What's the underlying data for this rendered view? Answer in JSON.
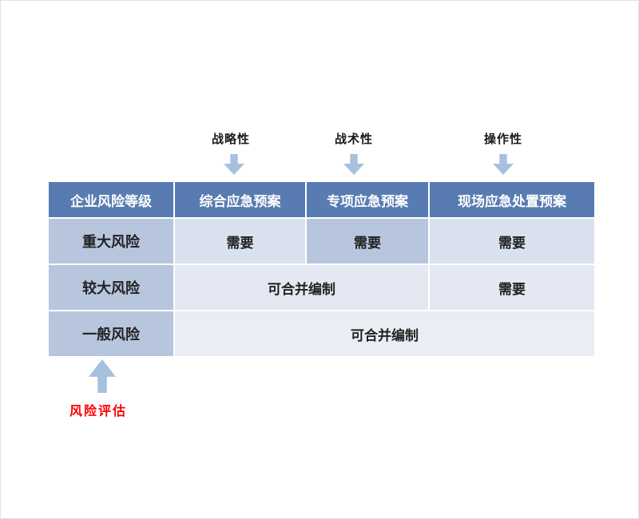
{
  "annotations": {
    "top": [
      {
        "label": "战略性"
      },
      {
        "label": "战术性"
      },
      {
        "label": "操作性"
      }
    ],
    "bottom": {
      "label": "风险评估"
    }
  },
  "table": {
    "headers": [
      "企业风险等级",
      "综合应急预案",
      "专项应急预案",
      "现场应急处置预案"
    ],
    "rows": [
      {
        "level": "重大风险",
        "cells": [
          "需要",
          "需要",
          "需要"
        ]
      },
      {
        "level": "较大风险",
        "cells": [
          "可合并编制",
          "需要"
        ]
      },
      {
        "level": "一般风险",
        "cells": [
          "可合并编制"
        ]
      }
    ]
  },
  "colors": {
    "header_bg": "#587cb2",
    "level_column_bg": "#b7c5dd",
    "highlight_cell_bg": "#b7c5dd",
    "row1_bg": "#d9e1ee",
    "row2_bg": "#e3e8f2",
    "row3_bg": "#eaedf4",
    "arrow": "#a6c1de",
    "bottom_label_color": "#ff0000"
  }
}
